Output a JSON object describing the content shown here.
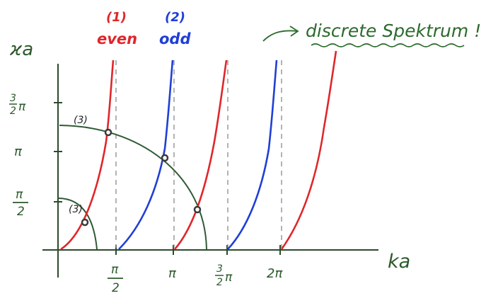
{
  "axes": {
    "y_label": "ϰa",
    "x_label": "ka"
  },
  "x_ticks": [
    {
      "num": "π",
      "den": "2"
    },
    {
      "num": "π",
      "den": ""
    },
    {
      "num": "3",
      "den": "2",
      "tail": "π"
    },
    {
      "num": "2π",
      "den": ""
    }
  ],
  "y_ticks": [
    {
      "num": "π",
      "den": "2"
    },
    {
      "num": "π",
      "den": ""
    },
    {
      "num": "3",
      "den": "2",
      "tail": "π"
    }
  ],
  "branches": {
    "even": {
      "index": "(1)",
      "label": "even",
      "color": "#e0262a"
    },
    "odd": {
      "index": "(2)",
      "label": "odd",
      "color": "#1f3fd6"
    }
  },
  "circle_label_small": "(3)",
  "circle_label_large": "(3)",
  "annotation": "discrete Spektrum !",
  "annotation_arrow": "→",
  "colors": {
    "axis": "#2c4a2c",
    "circle": "#2f5a35",
    "dashed": "#8a8a8a",
    "even": "#e0262a",
    "odd": "#1f3fd6",
    "point": "#3a3a3a"
  }
}
